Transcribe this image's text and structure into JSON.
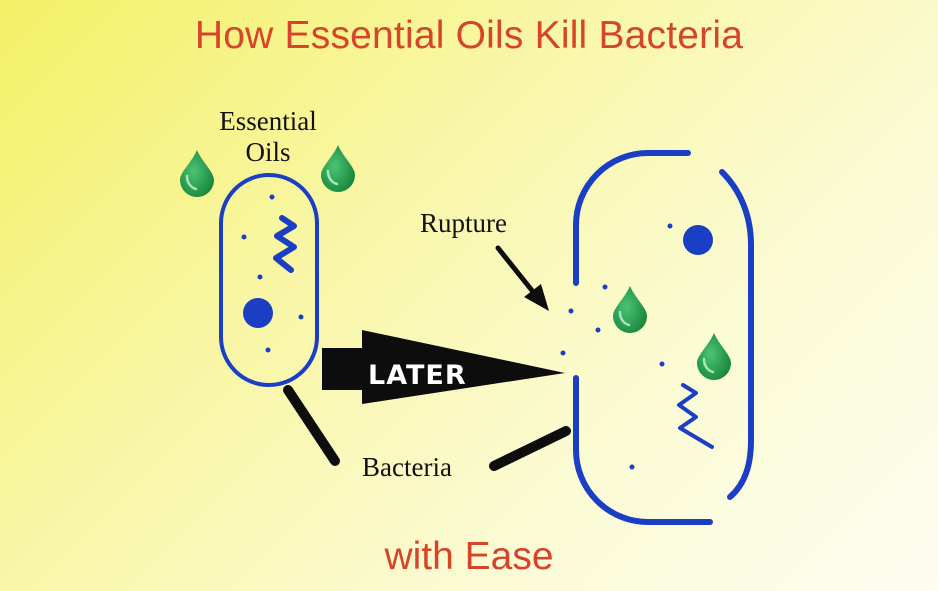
{
  "title": "How Essential Oils Kill Bacteria",
  "subtitle": "with Ease",
  "labels": {
    "essential_oils": "Essential\nOils",
    "rupture": "Rupture",
    "bacteria": "Bacteria",
    "later": "LATER"
  },
  "colors": {
    "title": "#d6452a",
    "membrane": "#1b3fc4",
    "oil_drop": "#1f9b48",
    "arrow": "#0d0d0d"
  }
}
